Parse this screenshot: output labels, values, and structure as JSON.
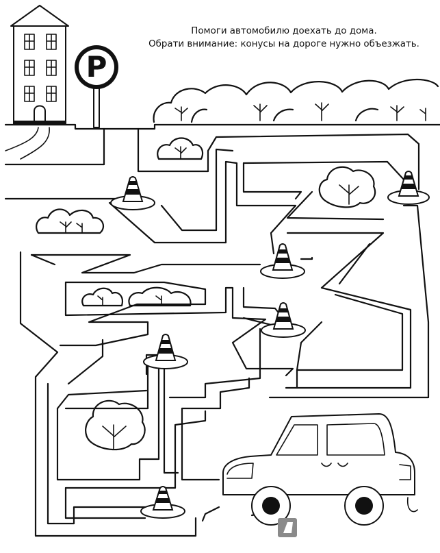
{
  "instructions": {
    "line1": "Помоги автомобилю доехать до дома.",
    "line2": "Обрати внимание: конусы на дороге нужно объезжать."
  },
  "parking_sign": {
    "letter": "P"
  },
  "colors": {
    "ink": "#111111",
    "paper": "#ffffff",
    "watermark": "#8a8a8a"
  },
  "icons": [
    "house-icon",
    "parking-sign-icon",
    "traffic-cone-icon",
    "bush-icon",
    "tree-icon",
    "car-icon",
    "publisher-logo-icon"
  ]
}
